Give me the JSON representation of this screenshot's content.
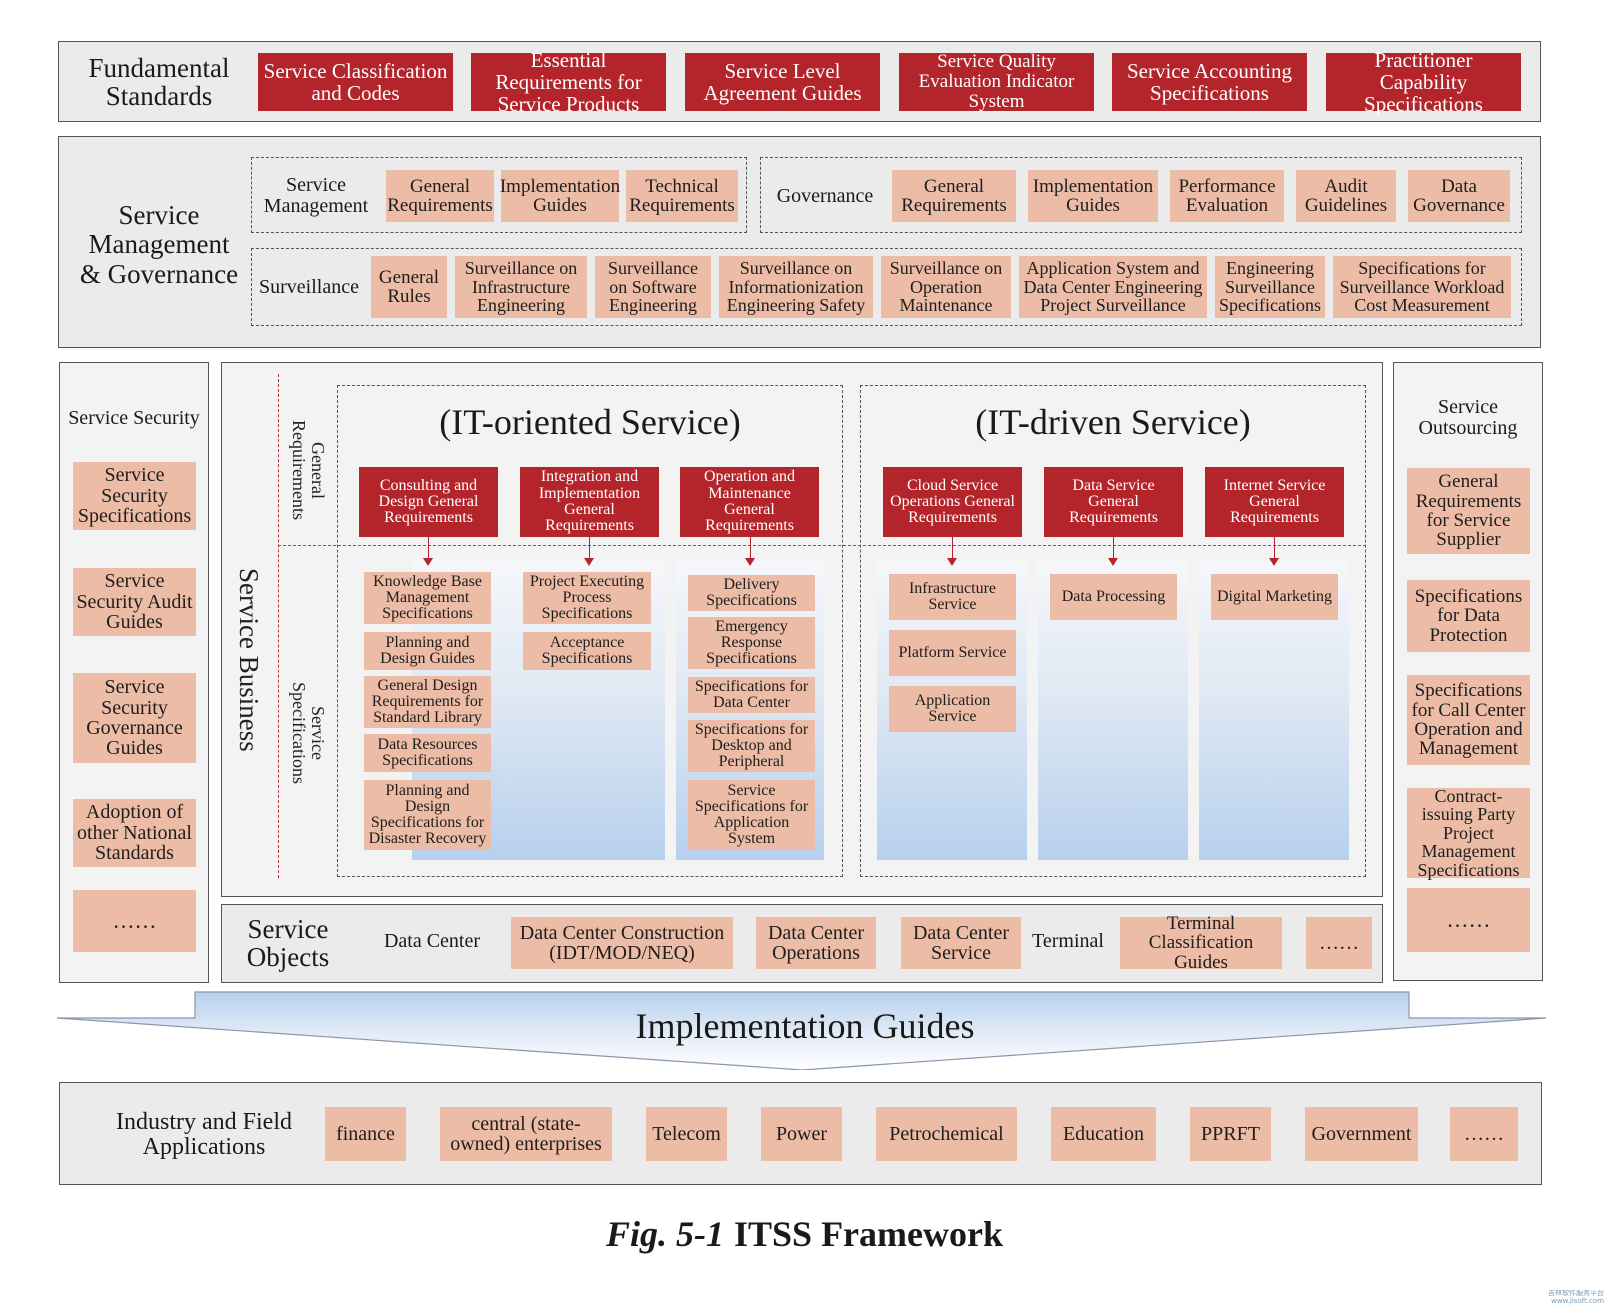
{
  "fundamental": {
    "title": "Fundamental Standards",
    "items": [
      "Service Classification and Codes",
      "Essential Requirements for Service Products",
      "Service Level Agreement Guides",
      "Service Quality Evaluation Indicator System",
      "Service Accounting Specifications",
      "Practitioner Capability Specifications"
    ]
  },
  "smg": {
    "title": "Service Management & Governance",
    "management": {
      "label": "Service Management",
      "items": [
        "General Requirements",
        "Implementation Guides",
        "Technical Requirements"
      ]
    },
    "governance": {
      "label": "Governance",
      "items": [
        "General Requirements",
        "Implementation Guides",
        "Performance Evaluation",
        "Audit Guidelines",
        "Data Governance"
      ]
    },
    "surveillance": {
      "label": "Surveillance",
      "items": [
        "General Rules",
        "Surveillance on Infrastructure Engineering",
        "Surveillance on Software Engineering",
        "Surveillance on Informationization Engineering Safety",
        "Surveillance on Operation Maintenance",
        "Application System and Data Center Engineering Project Surveillance",
        "Engineering Surveillance Specifications",
        "Specifications for Surveillance Workload Cost Measurement"
      ]
    }
  },
  "security": {
    "title": "Service Security",
    "items": [
      "Service Security Specifications",
      "Service Security Audit Guides",
      "Service Security Governance Guides",
      "Adoption of other National Standards",
      "……"
    ]
  },
  "outsourcing": {
    "title": "Service Outsourcing",
    "items": [
      "General Requirements for Service Supplier",
      "Specifications for Data Protection",
      "Specifications for Call Center Operation and Management",
      "Contract-issuing Party Project Management Specifications",
      "……"
    ]
  },
  "business": {
    "title": "Service Business",
    "general_req_label": "General Requirements",
    "service_spec_label": "Service Specifications",
    "it_oriented": {
      "title": "(IT-oriented Service)",
      "columns": [
        {
          "header": "Consulting and Design General Requirements",
          "items": [
            "Knowledge Base Management Specifications",
            "Planning and Design Guides",
            "General Design Requirements for Standard Library",
            "Data Resources Specifications",
            "Planning and Design Specifications for Disaster Recovery"
          ]
        },
        {
          "header": "Integration and Implementation General Requirements",
          "items": [
            "Project Executing Process Specifications",
            "Acceptance Specifications"
          ]
        },
        {
          "header": "Operation and Maintenance General Requirements",
          "items": [
            "Delivery Specifications",
            "Emergency Response Specifications",
            "Specifications for Data Center",
            "Specifications for Desktop and Peripheral",
            "Service Specifications for Application System"
          ]
        }
      ]
    },
    "it_driven": {
      "title": "(IT-driven Service)",
      "columns": [
        {
          "header": "Cloud Service Operations General Requirements",
          "items": [
            "Infrastructure Service",
            "Platform Service",
            "Application Service"
          ]
        },
        {
          "header": "Data Service General Requirements",
          "items": [
            "Data Processing"
          ]
        },
        {
          "header": "Internet Service General Requirements",
          "items": [
            "Digital Marketing"
          ]
        }
      ]
    }
  },
  "objects": {
    "title": "Service Objects",
    "data_center_label": "Data Center",
    "data_center_items": [
      "Data Center Construction (IDT/MOD/NEQ)",
      "Data Center Operations",
      "Data Center Service"
    ],
    "terminal_label": "Terminal",
    "terminal_items": [
      "Terminal Classification Guides",
      "……"
    ]
  },
  "implementation": {
    "title": "Implementation Guides"
  },
  "industry": {
    "title": "Industry and Field Applications",
    "items": [
      "finance",
      "central (state-owned) enterprises",
      "Telecom",
      "Power",
      "Petrochemical",
      "Education",
      "PPRFT",
      "Government",
      "……"
    ]
  },
  "caption": {
    "fig": "Fig. 5-1",
    "title": "ITSS Framework"
  },
  "colors": {
    "dark_red": "#b3242b",
    "pink": "#ecbca6",
    "panel_grey": "#ebebeb",
    "blue_gradient": "#b7d0ee"
  },
  "watermark": "吉林软件服务平台 www.jlsoft.com"
}
